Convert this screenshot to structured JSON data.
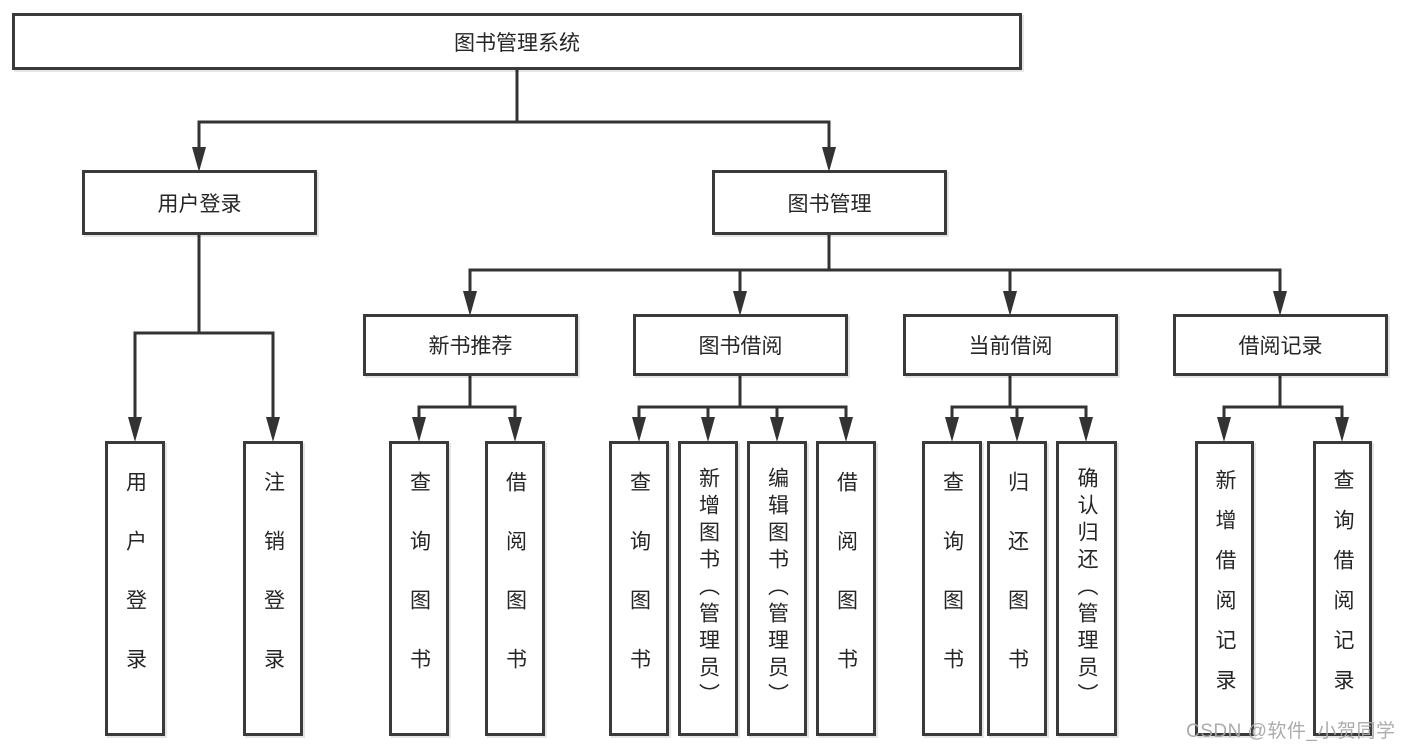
{
  "tree": {
    "root": "图书管理系统",
    "user": {
      "label": "用户登录",
      "children": [
        "用户登录",
        "注销登录"
      ]
    },
    "book": {
      "label": "图书管理",
      "sections": [
        {
          "label": "新书推荐",
          "children": [
            "查询图书",
            "借阅图书"
          ]
        },
        {
          "label": "图书借阅",
          "children": [
            "查询图书",
            "新增图书（管理员）",
            "编辑图书（管理员）",
            "借阅图书"
          ]
        },
        {
          "label": "当前借阅",
          "children": [
            "查询图书",
            "归还图书",
            "确认归还（管理员）"
          ]
        },
        {
          "label": "借阅记录",
          "children": [
            "新增借阅记录",
            "查询借阅记录"
          ]
        }
      ]
    }
  },
  "watermark": "CSDN @软件_小贺同学"
}
